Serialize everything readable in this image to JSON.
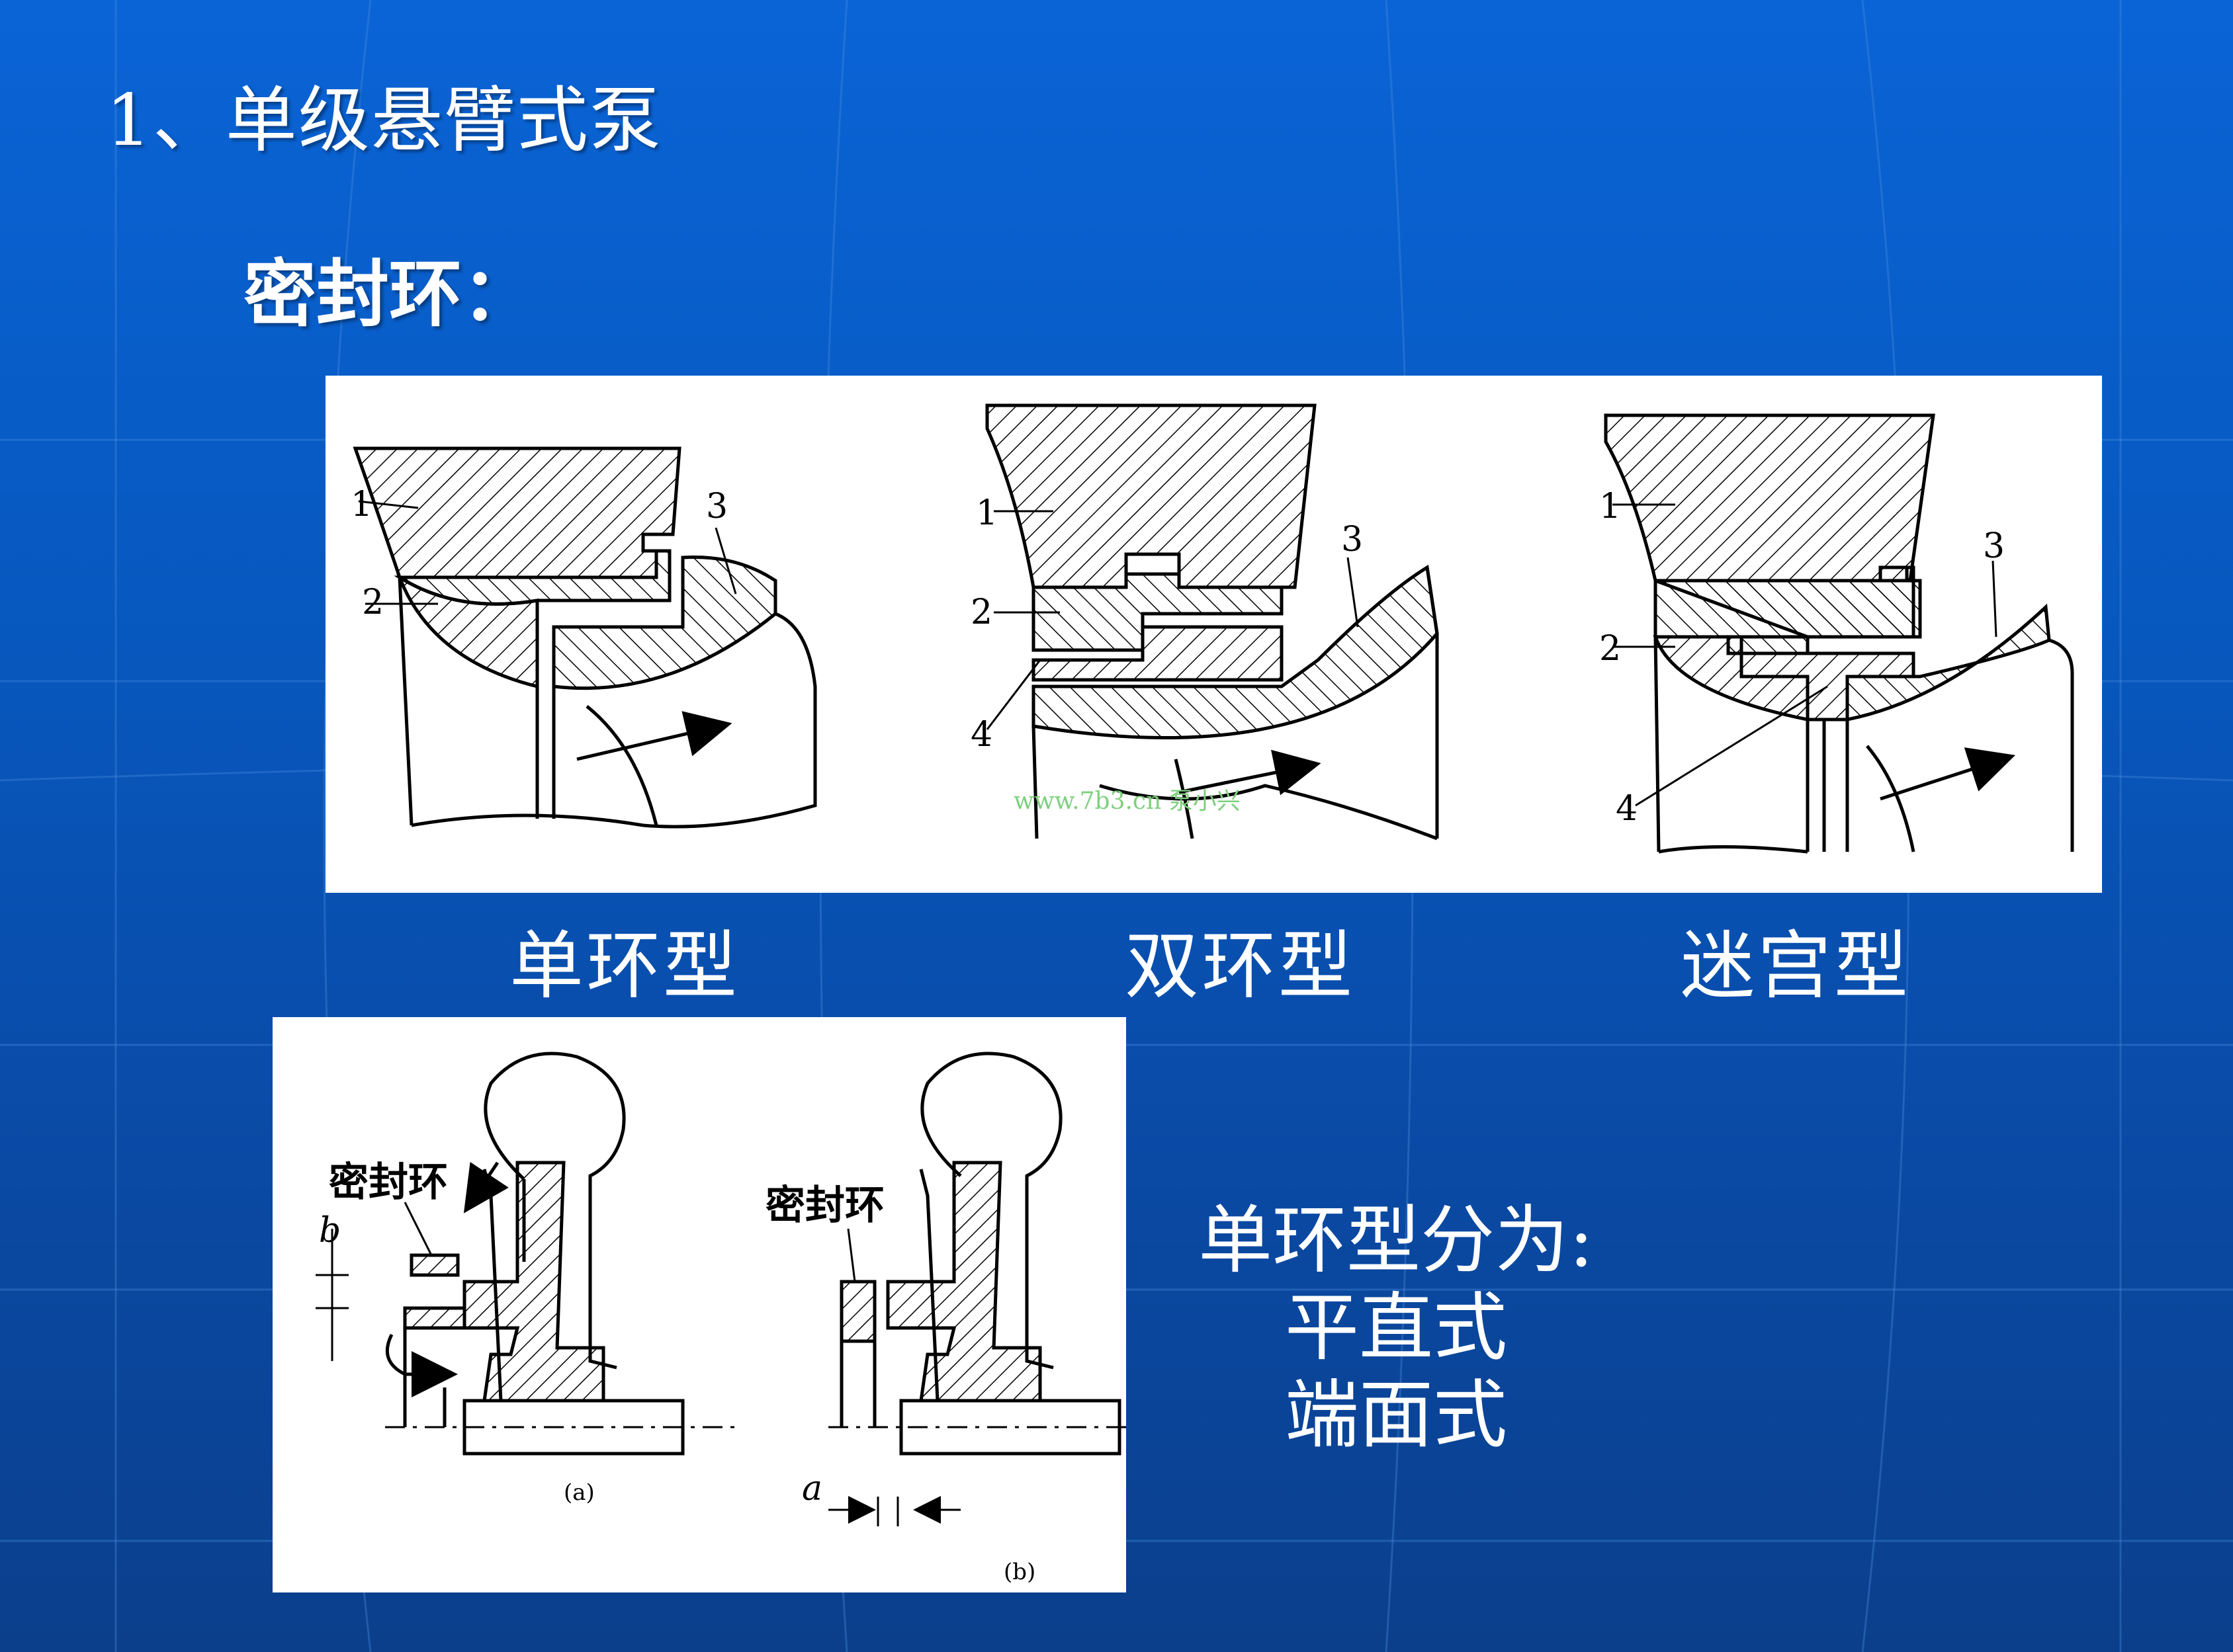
{
  "slide": {
    "title": "1、单级悬臂式泵",
    "subtitle": "密封环："
  },
  "top_figure": {
    "captions": [
      "单环型",
      "双环型",
      "迷宫型"
    ],
    "part_labels": {
      "single": [
        "1",
        "2",
        "3"
      ],
      "double": [
        "1",
        "2",
        "3",
        "4"
      ],
      "labyrinth": [
        "1",
        "2",
        "3",
        "4"
      ]
    },
    "watermark": "www.7b3.cn 泵小兴"
  },
  "bottom_figure": {
    "seal_ring_label_a": "密封环",
    "seal_ring_label_b": "密封环",
    "dim_b": "b",
    "dim_a": "a",
    "tag_a": "(a)",
    "tag_b": "(b)"
  },
  "description": {
    "heading": "单环型分为:",
    "items": [
      "平直式",
      "端面式"
    ]
  }
}
